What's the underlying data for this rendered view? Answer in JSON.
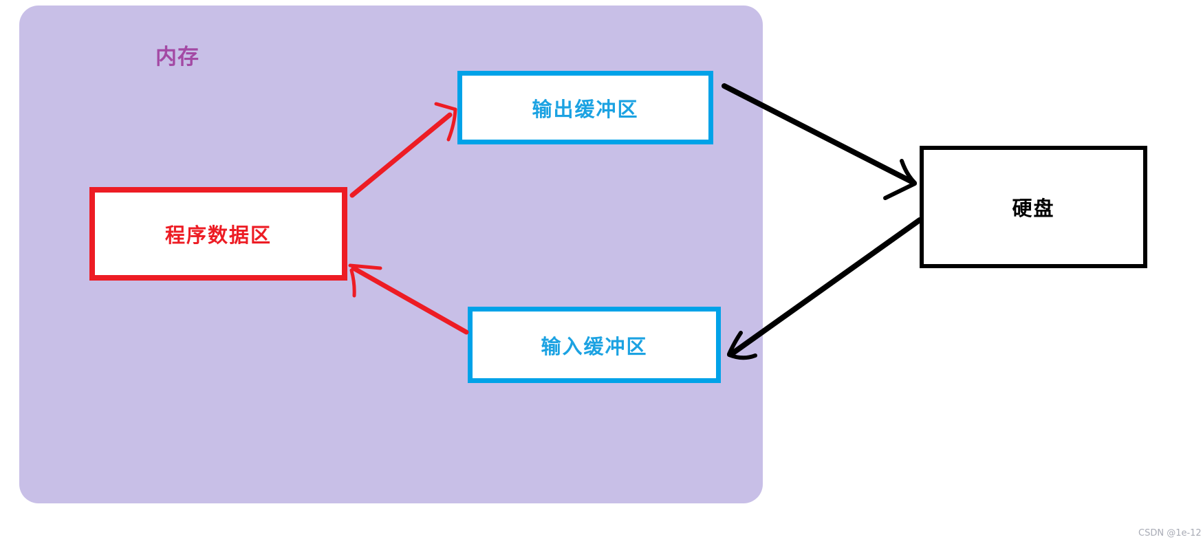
{
  "diagram": {
    "memory_region": {
      "label": "内存"
    },
    "boxes": {
      "output_buffer": {
        "label": "输出缓冲区"
      },
      "program_data": {
        "label": "程序数据区"
      },
      "input_buffer": {
        "label": "输入缓冲区"
      },
      "hard_disk": {
        "label": "硬盘"
      }
    },
    "arrows": [
      {
        "name": "program-data-to-output-buffer",
        "from": "程序数据区",
        "to": "输出缓冲区",
        "color": "#ed1c24"
      },
      {
        "name": "input-buffer-to-program-data",
        "from": "输入缓冲区",
        "to": "程序数据区",
        "color": "#ed1c24"
      },
      {
        "name": "output-buffer-to-hard-disk",
        "from": "输出缓冲区",
        "to": "硬盘",
        "color": "#000000"
      },
      {
        "name": "hard-disk-to-input-buffer",
        "from": "硬盘",
        "to": "输入缓冲区",
        "color": "#000000"
      }
    ],
    "colors": {
      "memory_background": "#c8bfe7",
      "memory_label": "#a349a4",
      "buffer_blue": "#00a2e8",
      "program_red": "#ed1c24",
      "disk_black": "#000000",
      "watermark_gray": "#a8abb5"
    }
  },
  "watermark": {
    "text": "CSDN @1e-12"
  }
}
